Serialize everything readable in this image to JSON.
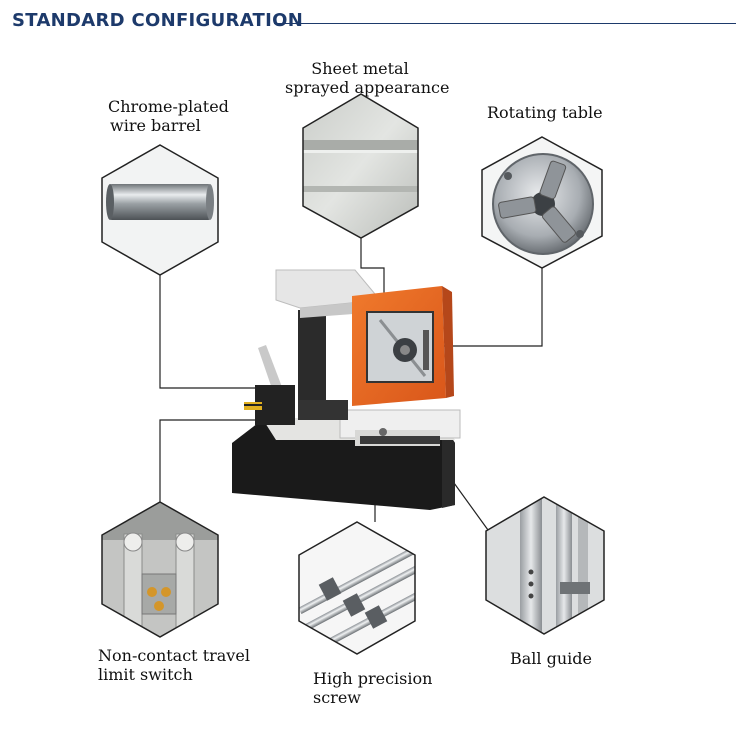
{
  "header": {
    "title": "STANDARD CONFIGURATION"
  },
  "features": {
    "wire_barrel": {
      "line1": "Chrome-plated",
      "line2": "wire barrel"
    },
    "sheet_metal": {
      "line1": "Sheet metal",
      "line2": "sprayed appearance"
    },
    "rotating_table": {
      "line1": "Rotating table"
    },
    "limit_switch": {
      "line1": "Non-contact travel",
      "line2": "limit switch"
    },
    "screw": {
      "line1": "High precision",
      "line2": "screw"
    },
    "ball_guide": {
      "line1": "Ball guide"
    }
  },
  "colors": {
    "title": "#1d3a6b",
    "cabinet_orange": "#e8661e",
    "hex_border": "#222222",
    "base_black": "#1a1a1a"
  }
}
